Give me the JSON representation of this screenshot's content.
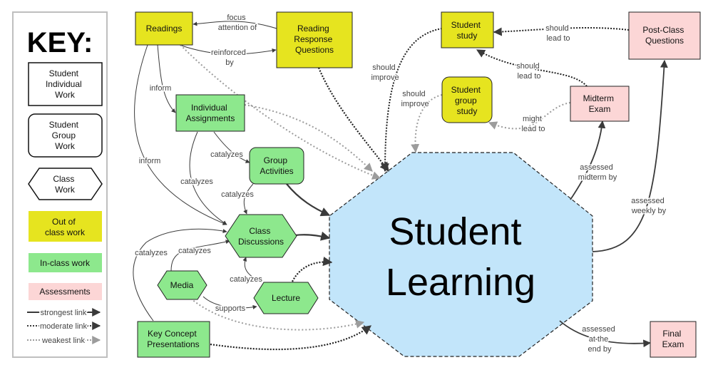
{
  "key": {
    "title": "KEY:",
    "individual": [
      "Student",
      "Individual",
      "Work"
    ],
    "group": [
      "Student",
      "Group",
      "Work"
    ],
    "class": [
      "Class",
      "Work"
    ],
    "out_of_class": [
      "Out of",
      "class work"
    ],
    "in_class": "In-class work",
    "assessments": "Assessments",
    "strongest": "strongest link",
    "moderate": "moderate link",
    "weakest": "weakest link"
  },
  "colors": {
    "out_of_class": "#e6e41f",
    "in_class": "#8de88d",
    "assessment": "#fcd6d6",
    "learning": "#c2e5fa"
  },
  "nodes": {
    "readings": [
      "Readings"
    ],
    "rrq": [
      "Reading",
      "Response",
      "Questions"
    ],
    "student_study": [
      "Student",
      "study"
    ],
    "student_group_study": [
      "Student",
      "group",
      "study"
    ],
    "post_class": [
      "Post-Class",
      "Questions"
    ],
    "midterm": [
      "Midterm",
      "Exam"
    ],
    "individual_assignments": [
      "Individual",
      "Assignments"
    ],
    "group_activities": [
      "Group",
      "Activities"
    ],
    "class_discussions": [
      "Class",
      "Discussions"
    ],
    "media": [
      "Media"
    ],
    "lecture": [
      "Lecture"
    ],
    "key_concept": [
      "Key Concept",
      "Presentations"
    ],
    "final_exam": [
      "Final",
      "Exam"
    ],
    "student_learning": [
      "Student",
      "Learning"
    ]
  },
  "edge_labels": {
    "focus": [
      "focus",
      "attention of"
    ],
    "reinforced": [
      "reinforced",
      "by"
    ],
    "inform1": [
      "inform"
    ],
    "inform2": [
      "inform"
    ],
    "catalyzes_ia_ga": [
      "catalyzes"
    ],
    "catalyzes_ia_cd": [
      "catalyzes"
    ],
    "catalyzes_ga_cd": [
      "catalyzes"
    ],
    "catalyzes_media_cd": [
      "catalyzes"
    ],
    "catalyzes_kc_cd": [
      "catalyzes"
    ],
    "catalyzes_lec_cd": [
      "catalyzes"
    ],
    "supports": [
      "supports"
    ],
    "should_improve1": [
      "should",
      "improve"
    ],
    "should_improve2": [
      "should",
      "improve"
    ],
    "should_lead1": [
      "should",
      "lead to"
    ],
    "should_lead2": [
      "should",
      "lead to"
    ],
    "might_lead": [
      "might",
      "lead to"
    ],
    "assessed_midterm": [
      "assessed",
      "midterm by"
    ],
    "assessed_weekly": [
      "assessed",
      "weekly by"
    ],
    "assessed_end": [
      "assessed",
      "at the",
      "end by"
    ]
  }
}
